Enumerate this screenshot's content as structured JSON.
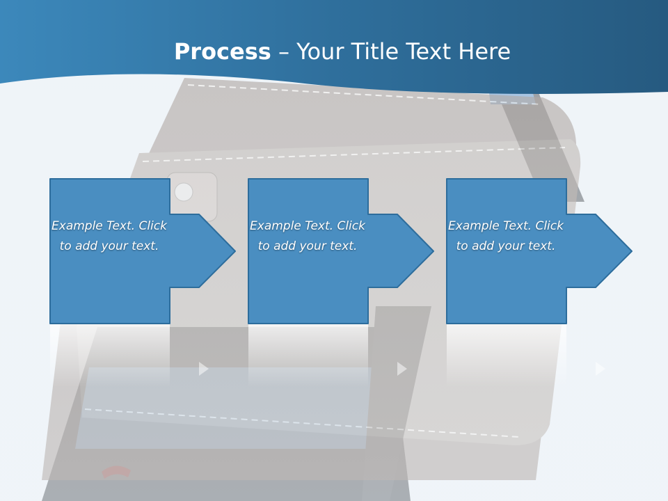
{
  "slide": {
    "title_bold": "Process",
    "title_dash": " – ",
    "title_rest": "Your Title Text Here"
  },
  "steps": [
    {
      "text": "Example Text. Click  to add your text."
    },
    {
      "text": "Example Text. Click  to add your text."
    },
    {
      "text": "Example Text. Click  to add your text."
    }
  ],
  "colors": {
    "header_top": "#2a5d82",
    "header_bottom": "#3a86b8",
    "box_fill": "#4a8ec1",
    "box_stroke": "#2d6d9c",
    "background": "#eef3f8"
  },
  "background_image": {
    "subject": "wallet-on-smartphone",
    "icons": [
      "phone-hangup-icon"
    ]
  }
}
